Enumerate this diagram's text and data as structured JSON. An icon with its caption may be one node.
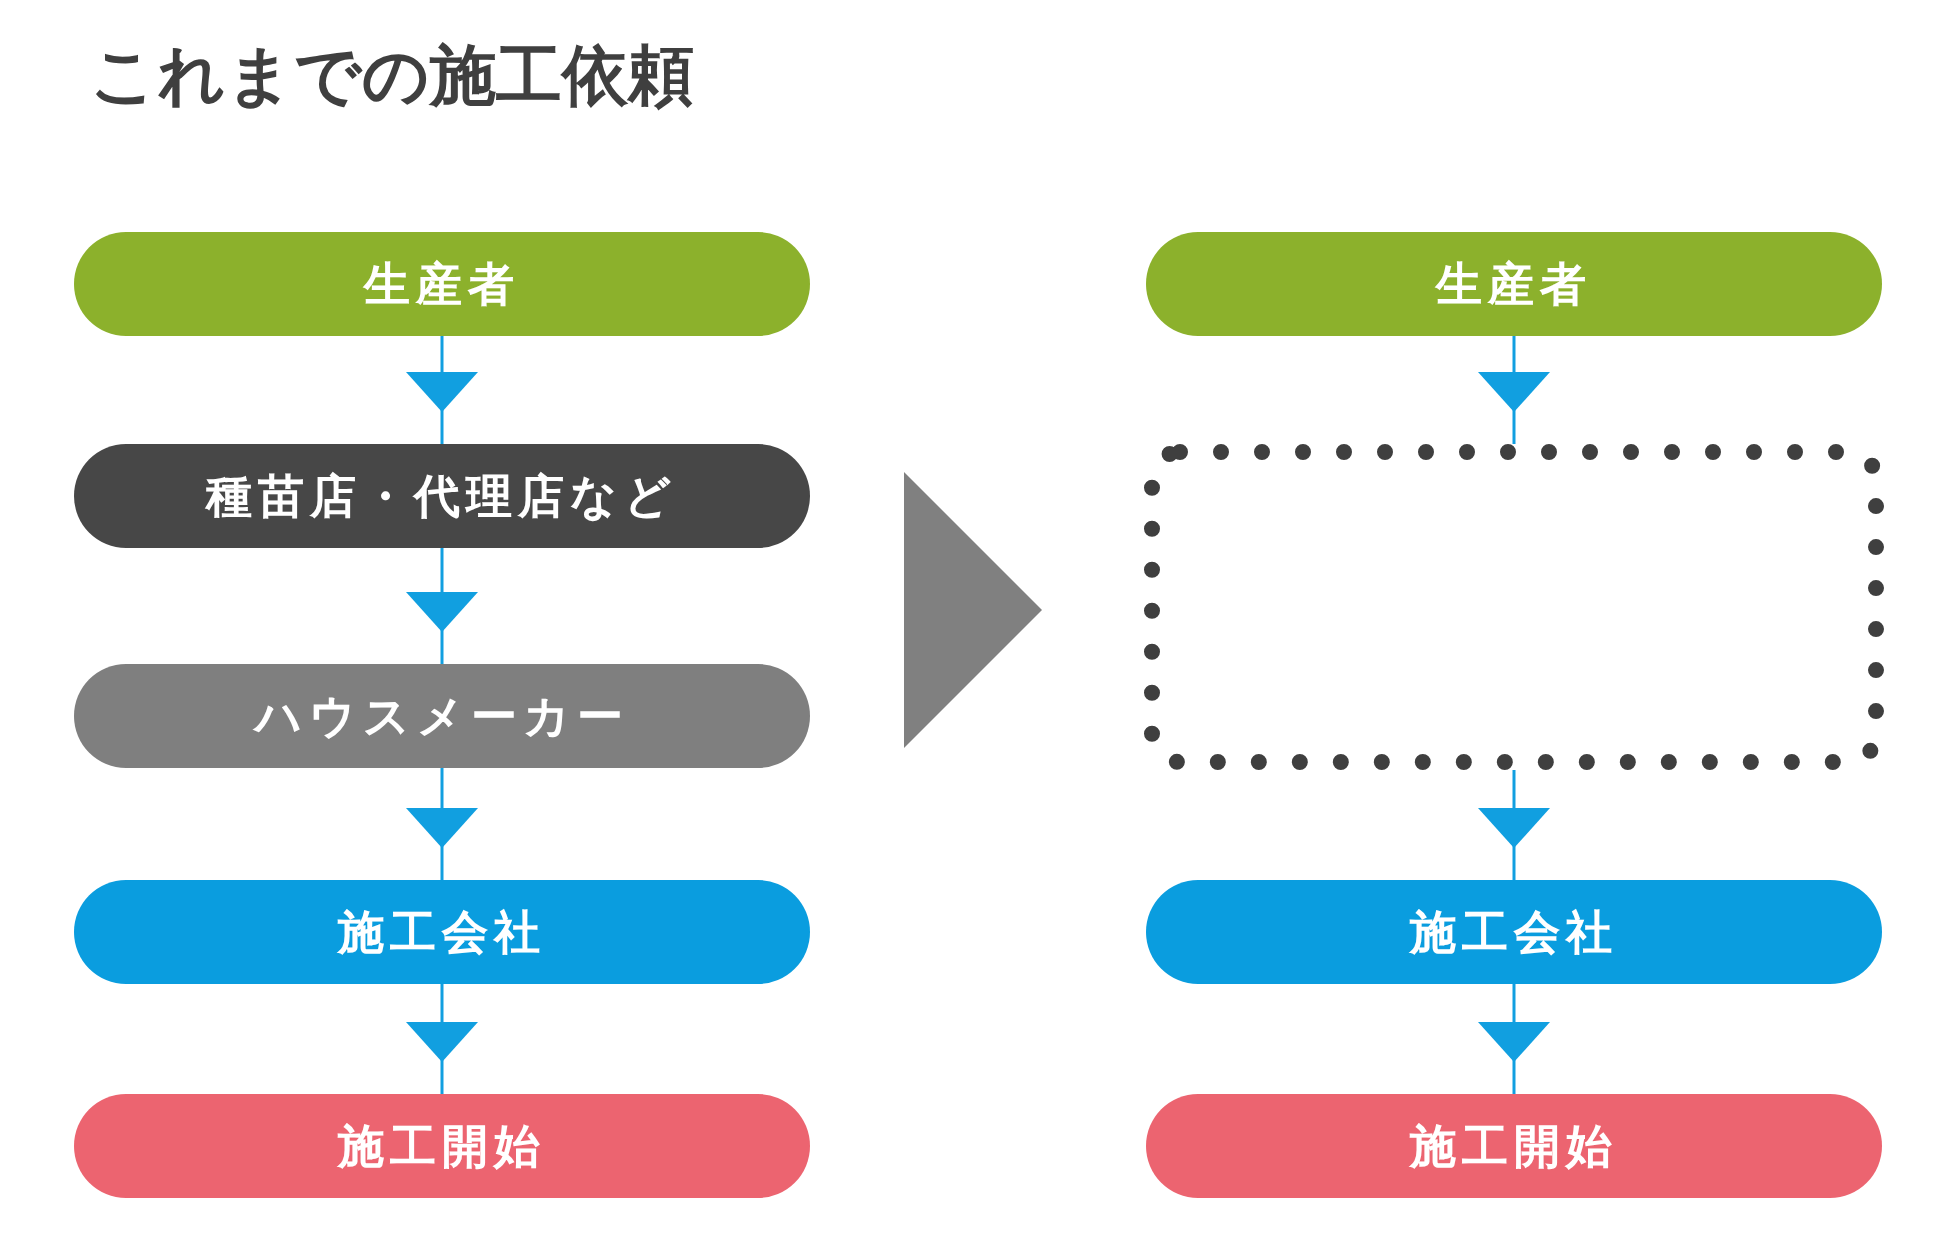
{
  "diagram": {
    "title": "これまでの施工依頼",
    "nodes": [
      {
        "text": [
          "生産者"
        ]
      },
      {
        "text": [
          "種苗店・代理店など"
        ]
      },
      {
        "text": [
          "ハウスメーカー"
        ]
      },
      {
        "text": [
          "施工会社"
        ]
      },
      {
        "text": [
          "施工開始"
        ]
      },
      {
        "text": [
          "生産者"
        ]
      },
      {
        "text": [],
        "shape": "box"
      },
      {
        "text": [
          "施工会社"
        ]
      },
      {
        "text": [
          "施工開始"
        ]
      }
    ],
    "edges": [
      {
        "from": 0,
        "to": 1,
        "arrow": "to"
      },
      {
        "from": 1,
        "to": 2,
        "arrow": "to"
      },
      {
        "from": 2,
        "to": 3,
        "arrow": "to"
      },
      {
        "from": 3,
        "to": 4,
        "arrow": "to"
      },
      {
        "from": 5,
        "to": 6,
        "arrow": "to"
      },
      {
        "from": 6,
        "to": 7,
        "arrow": "to"
      },
      {
        "from": 7,
        "to": 8,
        "arrow": "to"
      }
    ]
  }
}
